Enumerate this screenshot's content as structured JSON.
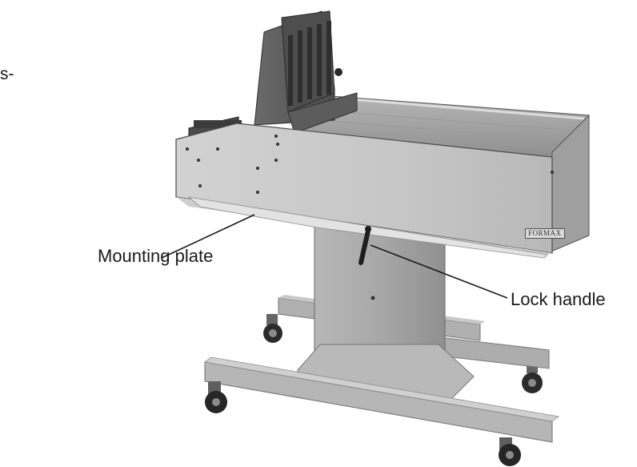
{
  "labels": {
    "mounting_plate": "Mounting plate",
    "lock_handle": "Lock handle",
    "cut_off_fragment": "s-"
  },
  "brand": {
    "logo_text": "FORMAX"
  },
  "colors": {
    "machine_light": "#c9c9c9",
    "machine_mid": "#a9a9a9",
    "machine_dark": "#6e6e6e",
    "feeder_dark": "#5a5a5a",
    "line": "#1a1a1a"
  }
}
